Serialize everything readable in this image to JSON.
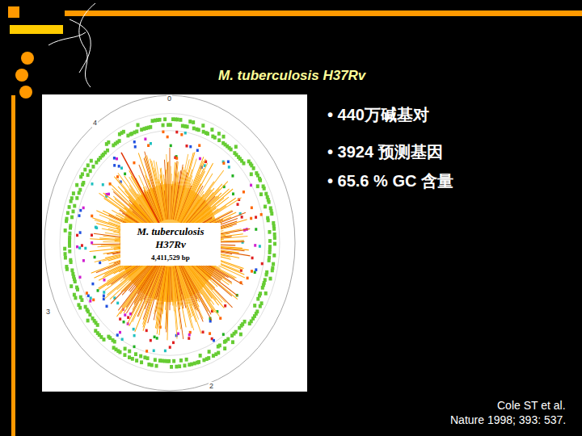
{
  "diagram": {
    "title": "M. tuberculosis H37Rv",
    "nodes": [
      {
        "text": [
          "M. tuberculosis H37Rv",
          "4,411,529 bp"
        ]
      }
    ],
    "labels": [
      "• 440万碱基对",
      "• 3924 预测基因",
      "• 65.6 % GC 含量",
      "Cole ST et al.",
      "Nature 1998; 393: 537.",
      "0",
      "4",
      "3",
      "2"
    ]
  }
}
